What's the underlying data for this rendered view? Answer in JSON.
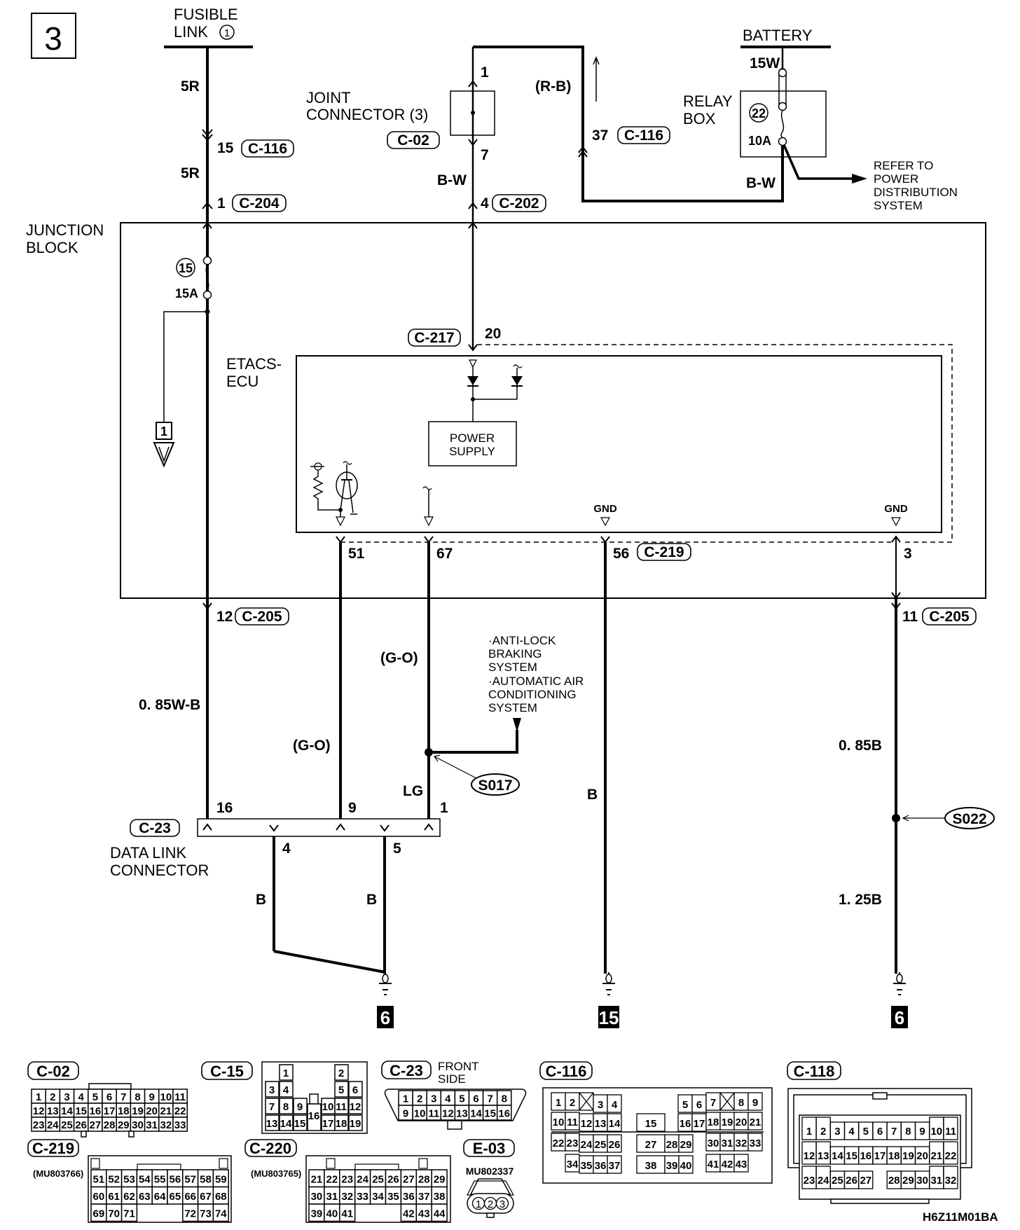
{
  "page_number": "3",
  "fusible_link": {
    "line1": "FUSIBLE",
    "line2": "LINK",
    "num": "1"
  },
  "battery": {
    "label": "BATTERY",
    "wire": "15W"
  },
  "relay_box": {
    "line1": "RELAY",
    "line2": "BOX",
    "fuse_num": "22",
    "fuse_rating": "10A",
    "out_wire": "B-W"
  },
  "refer": [
    "REFER TO",
    "POWER",
    "DISTRIBUTION",
    "SYSTEM"
  ],
  "joint_connector": {
    "line1": "JOINT",
    "line2": "CONNECTOR (3)",
    "connector": "C-02",
    "pin_top": "1",
    "pin_bottom": "7"
  },
  "loop": {
    "wire": "(R-B)",
    "pin": "37",
    "connector": "C-116"
  },
  "feed_wires": {
    "left_upper": "5R",
    "left_pin": "15",
    "left_conn": "C-116",
    "left_lower": "5R",
    "jb_pin": "1",
    "jb_conn": "C-204",
    "mid_wire": "B-W",
    "mid_pin": "4",
    "mid_conn": "C-202"
  },
  "junction_block": {
    "line1": "JUNCTION",
    "line2": "BLOCK",
    "fuse_num": "15",
    "fuse_rating": "15A",
    "ref_box": "1"
  },
  "etacs": {
    "line1": "ETACS-",
    "line2": "ECU",
    "in_conn": "C-217",
    "in_pin": "20",
    "power_supply": [
      "POWER",
      "SUPPLY"
    ],
    "gnd1": "GND",
    "gnd2": "GND"
  },
  "ecu_pins": [
    {
      "pin": "51"
    },
    {
      "pin": "67"
    },
    {
      "pin": "56",
      "conn": "C-219"
    },
    {
      "pin": "3"
    }
  ],
  "lower": {
    "pin12": "12",
    "conn205a": "C-205",
    "pin11": "11",
    "conn205b": "C-205",
    "w_085wb": "0. 85W-B",
    "w_go1": "(G-O)",
    "w_go2": "(G-O)",
    "w_lg": "LG",
    "w_b_mid": "B",
    "w_085b": "0. 85B",
    "w_125b": "1. 25B",
    "w_b4": "B",
    "w_b5": "B",
    "splice1": "S017",
    "splice2": "S022",
    "other_systems": [
      "·ANTI-LOCK",
      "BRAKING",
      "SYSTEM",
      "·AUTOMATIC AIR",
      "CONDITIONING",
      "SYSTEM"
    ]
  },
  "dlc": {
    "conn": "C-23",
    "line1": "DATA LINK",
    "line2": "CONNECTOR",
    "pins_top": [
      "16",
      "9",
      "1"
    ],
    "pins_bottom": [
      "4",
      "5"
    ]
  },
  "grounds": [
    "6",
    "15",
    "6"
  ],
  "connectors": {
    "c02": {
      "label": "C-02",
      "rows": [
        [
          "1",
          "2",
          "3",
          "4",
          "5",
          "6",
          "7",
          "8",
          "9",
          "10",
          "11"
        ],
        [
          "12",
          "13",
          "14",
          "15",
          "16",
          "17",
          "18",
          "19",
          "20",
          "21",
          "22"
        ],
        [
          "23",
          "24",
          "25",
          "26",
          "27",
          "28",
          "29",
          "30",
          "31",
          "32",
          "33"
        ]
      ]
    },
    "c15": {
      "label": "C-15"
    },
    "c23": {
      "label": "C-23",
      "note1": "FRONT",
      "note2": "SIDE",
      "rows": [
        [
          "1",
          "2",
          "3",
          "4",
          "5",
          "6",
          "7",
          "8"
        ],
        [
          "9",
          "10",
          "11",
          "12",
          "13",
          "14",
          "15",
          "16"
        ]
      ]
    },
    "c116": {
      "label": "C-116"
    },
    "c118": {
      "label": "C-118"
    },
    "c219": {
      "label": "C-219",
      "part": "(MU803766)",
      "rows": [
        [
          "51",
          "52",
          "53",
          "54",
          "55",
          "56",
          "57",
          "58",
          "59"
        ],
        [
          "60",
          "61",
          "62",
          "63",
          "64",
          "65",
          "66",
          "67",
          "68"
        ],
        [
          "69",
          "70",
          "71",
          "",
          "",
          "",
          "72",
          "73",
          "74"
        ]
      ]
    },
    "c220": {
      "label": "C-220",
      "part": "(MU803765)",
      "rows": [
        [
          "21",
          "22",
          "23",
          "24",
          "25",
          "26",
          "27",
          "28",
          "29"
        ],
        [
          "30",
          "31",
          "32",
          "33",
          "34",
          "35",
          "36",
          "37",
          "38"
        ],
        [
          "39",
          "40",
          "41",
          "",
          "",
          "",
          "42",
          "43",
          "44"
        ]
      ]
    },
    "e03": {
      "label": "E-03",
      "part": "MU802337",
      "pins": [
        "1",
        "2",
        "3"
      ]
    }
  },
  "figure_code": "H6Z11M01BA"
}
